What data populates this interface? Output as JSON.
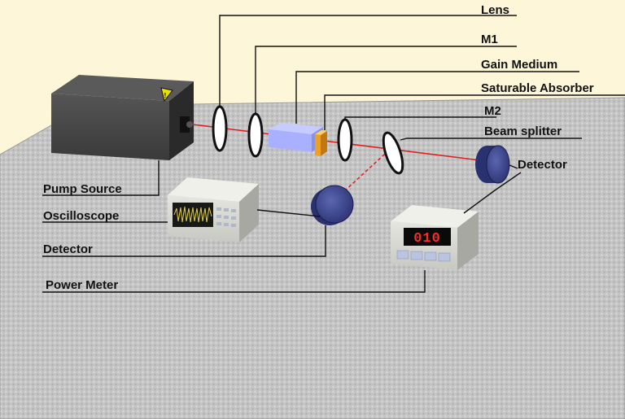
{
  "labels": {
    "lens": "Lens",
    "m1": "M1",
    "gain_medium": "Gain Medium",
    "saturable_absorber": "Saturable Absorber",
    "m2": "M2",
    "beam_splitter": "Beam splitter",
    "detector_right": "Detector",
    "pump_source": "Pump Source",
    "oscilloscope": "Oscilloscope",
    "detector_left": "Detector",
    "power_meter": "Power Meter"
  },
  "power_meter_display": "010",
  "colors": {
    "background": "#fdf6d8",
    "table": "#c6c6c6",
    "laser_beam": "#e02020",
    "pump_body": "#3a3a3a",
    "gain_medium": "#a8b0ff",
    "saturable_absorber": "#f0a020",
    "detector": "#3a4488",
    "display_digits": "#ff2a2a",
    "warning_sign": "#e8e000"
  },
  "icons": {
    "laser_warning": "laser-warning-icon"
  }
}
